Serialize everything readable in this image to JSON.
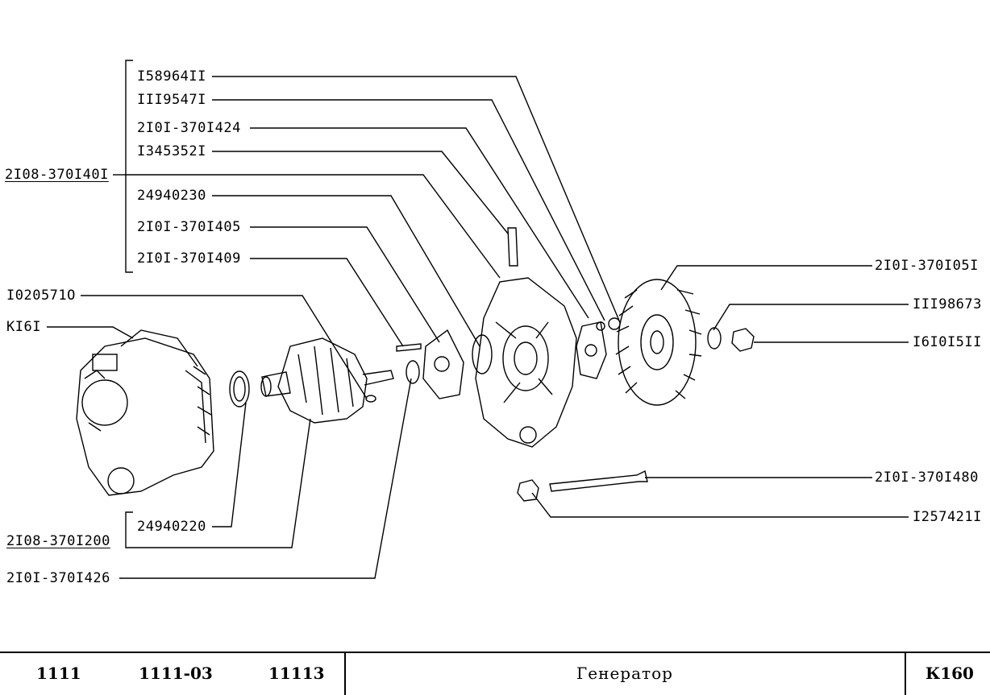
{
  "callouts": {
    "c158964": "I58964II",
    "c111954": "III9547I",
    "c1424": "2I0I-370I424",
    "c134535": "I345352I",
    "c1401": "2I08-370I40I",
    "c249402": "24940230",
    "c1405": "2I0I-370I405",
    "c1409": "2I0I-370I409",
    "c102057": "I020571O",
    "ck161": "KI6I",
    "c1051": "2I0I-370I05I",
    "c111986": "III98673",
    "c161015": "I6I0I5II",
    "c1480": "2I0I-370I480",
    "c125742": "I257421I",
    "c249220": "24940220",
    "c1200": "2I08-370I200",
    "c1426": "2I0I-370I426"
  },
  "footer": {
    "model1": "1111",
    "model2": "1111-03",
    "model3": "11113",
    "title": "Генератор",
    "code": "К160"
  }
}
